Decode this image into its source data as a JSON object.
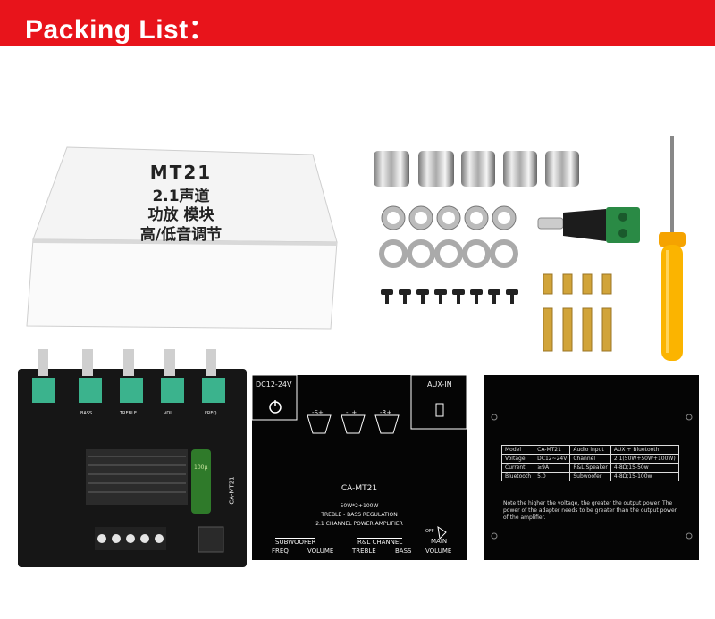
{
  "header": {
    "title": "Packing List：",
    "color": "#e8141b"
  },
  "box": {
    "line1": "MT21",
    "line2": "2.1声道",
    "line3": "功放 模块",
    "line4": "高/低音调节"
  },
  "board": {
    "model_print": "CA-MT21",
    "knob_labels": [
      "BASS",
      "TREBLE",
      "VOL",
      "FREQ"
    ],
    "cap_print": "100μ"
  },
  "front_panel": {
    "dc_label": "DC12-24V",
    "aux_label": "AUX-IN",
    "speaker_labels": [
      "-S+",
      "-L+",
      "-R+"
    ],
    "model": "CA-MT21",
    "power": "50W*2+100W",
    "line_a": "TREBLE - BASS REGULATION",
    "line_b": "2.1 CHANNEL POWER AMPLIFIER",
    "subwoofer": "SUBWOOFER",
    "rl_channel": "R&L CHANNEL",
    "main": "MAIN",
    "off": "OFF",
    "knobs": [
      "FREQ",
      "VOLUME",
      "TREBLE",
      "BASS",
      "VOLUME"
    ]
  },
  "back_panel": {
    "rows": [
      [
        "Model",
        "CA-MT21",
        "Audio input",
        "AUX + Bluetooth"
      ],
      [
        "Voltage",
        "DC12~24V",
        "Channel",
        "2.1(50W+50W+100W)"
      ],
      [
        "Current",
        "≥9A",
        "R&L Speaker",
        "4-8Ω;15-50w"
      ],
      [
        "Bluetooth",
        "5.0",
        "Subwoofer",
        "4-8Ω;15-100w"
      ]
    ],
    "note": "Note:the higher the voltage, the greater the output power. The power of the adapter needs to be greater than the output power of the amplifier."
  }
}
